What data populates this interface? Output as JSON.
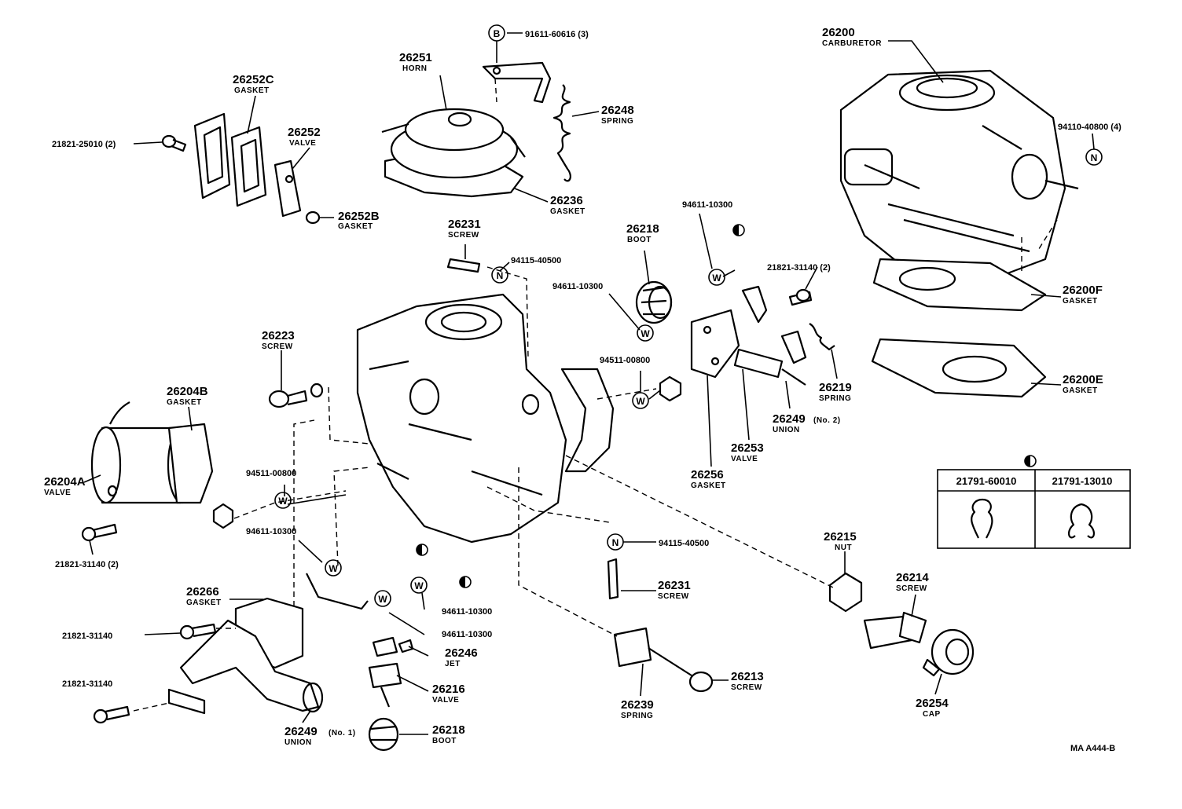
{
  "diagram": {
    "reference_code": "MA  A444-B",
    "callouts": {
      "horn": {
        "number": "26251",
        "name": "HORN"
      },
      "screw_91611": {
        "number": "91611-60616 (3)",
        "symbol": "B"
      },
      "spring_26248": {
        "number": "26248",
        "name": "SPRING"
      },
      "gasket_26236": {
        "number": "26236",
        "name": "GASKET"
      },
      "gasket_26252c": {
        "number": "26252C",
        "name": "GASKET"
      },
      "valve_26252": {
        "number": "26252",
        "name": "VALVE"
      },
      "bolt_21821_25010": {
        "number": "21821-25010 (2)"
      },
      "gasket_26252b": {
        "number": "26252B",
        "name": "GASKET"
      },
      "carburetor": {
        "number": "26200",
        "name": "CARBURETOR"
      },
      "n_94110": {
        "number": "94110-40800 (4)",
        "symbol": "N"
      },
      "gasket_26200f": {
        "number": "26200F",
        "name": "GASKET"
      },
      "gasket_26200e": {
        "number": "26200E",
        "name": "GASKET"
      },
      "screw_26231_top": {
        "number": "26231",
        "name": "SCREW"
      },
      "n_94115_top": {
        "number": "94115-40500",
        "symbol": "N"
      },
      "boot_26218_top": {
        "number": "26218",
        "name": "BOOT"
      },
      "w_94611_top": {
        "number": "94611-10300",
        "symbol": "W"
      },
      "w_94611_mid": {
        "number": "94611-10300",
        "symbol": "W"
      },
      "bolt_21821_31140_2_top": {
        "number": "21821-31140 (2)"
      },
      "spring_26219": {
        "number": "26219",
        "name": "SPRING"
      },
      "union_26249_2": {
        "number": "26249",
        "name": "UNION",
        "suffix": "(No. 2)"
      },
      "valve_26253": {
        "number": "26253",
        "name": "VALVE"
      },
      "gasket_26256": {
        "number": "26256",
        "name": "GASKET"
      },
      "w_94511_right": {
        "number": "94511-00800",
        "symbol": "W"
      },
      "screw_26223": {
        "number": "26223",
        "name": "SCREW"
      },
      "gasket_26204b": {
        "number": "26204B",
        "name": "GASKET"
      },
      "valve_26204a": {
        "number": "26204A",
        "name": "VALVE"
      },
      "w_94511_left": {
        "number": "94511-00800",
        "symbol": "W"
      },
      "w_94611_left": {
        "number": "94611-10300",
        "symbol": "W"
      },
      "bolt_21821_31140_2_left": {
        "number": "21821-31140 (2)"
      },
      "gasket_26266": {
        "number": "26266",
        "name": "GASKET"
      },
      "bolt_21821_31140_a": {
        "number": "21821-31140"
      },
      "bolt_21821_31140_b": {
        "number": "21821-31140"
      },
      "union_26249_1": {
        "number": "26249",
        "name": "UNION",
        "suffix": "(No. 1)"
      },
      "w_94611_low1": {
        "number": "94611-10300",
        "symbol": "W"
      },
      "w_94611_low2": {
        "number": "94611-10300",
        "symbol": "W"
      },
      "jet_26246": {
        "number": "26246",
        "name": "JET"
      },
      "valve_26216": {
        "number": "26216",
        "name": "VALVE"
      },
      "boot_26218_low": {
        "number": "26218",
        "name": "BOOT"
      },
      "n_94115_low": {
        "number": "94115-40500",
        "symbol": "N"
      },
      "screw_26231_low": {
        "number": "26231",
        "name": "SCREW"
      },
      "spring_26239": {
        "number": "26239",
        "name": "SPRING"
      },
      "screw_26213": {
        "number": "26213",
        "name": "SCREW"
      },
      "nut_26215": {
        "number": "26215",
        "name": "NUT"
      },
      "screw_26214": {
        "number": "26214",
        "name": "SCREW"
      },
      "cap_26254": {
        "number": "26254",
        "name": "CAP"
      }
    },
    "clip_table": {
      "columns": [
        "21791-60010",
        "21791-13010"
      ]
    }
  }
}
